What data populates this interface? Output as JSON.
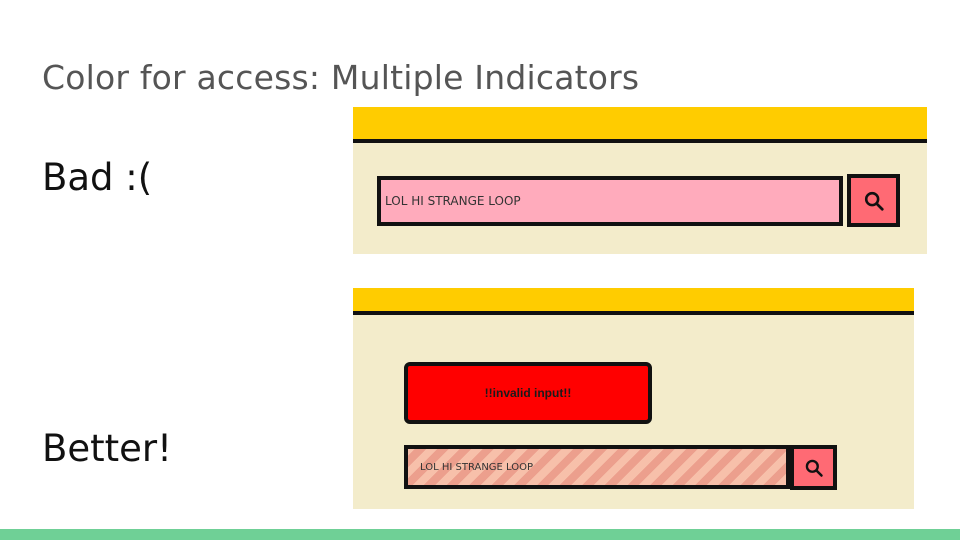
{
  "slide": {
    "title": "Color for access: Multiple Indicators",
    "label_bad": "Bad :(",
    "label_better": "Better!"
  },
  "bad_example": {
    "search_value": "LOL HI STRANGE LOOP",
    "search_icon": "search-icon"
  },
  "better_example": {
    "error_message": "!!invalid input!!",
    "search_value": "LOL HI STRANGE LOOP",
    "search_icon": "search-icon"
  },
  "colors": {
    "header_bar": "#ffcc00",
    "panel_background": "#f3eccb",
    "bad_input_fill": "#ffabbc",
    "error_red": "#ff0000",
    "search_button": "#ff6a74",
    "accent_stripe": "#6fd096"
  }
}
